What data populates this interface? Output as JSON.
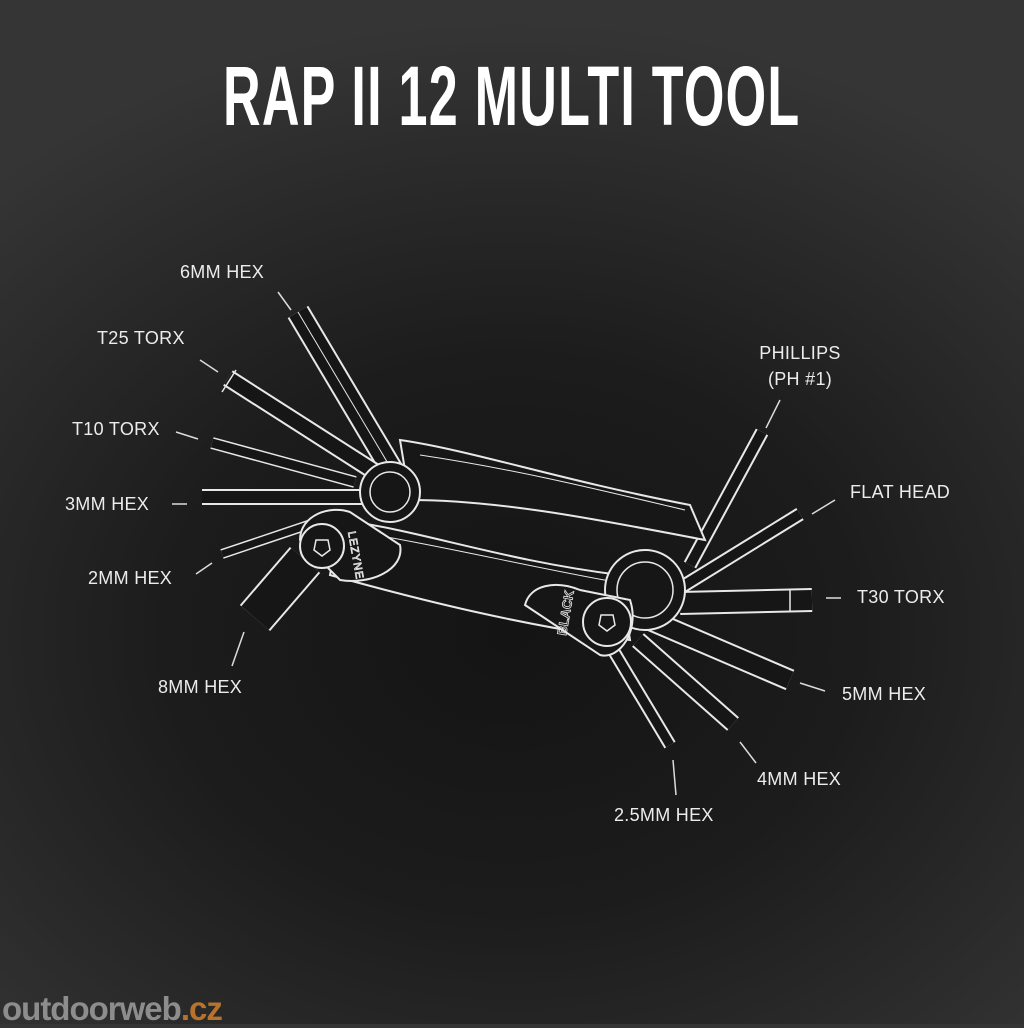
{
  "title": "RAP II 12 MULTI TOOL",
  "labels": {
    "hex6": "6MM HEX",
    "t25": "T25 TORX",
    "t10": "T10 TORX",
    "hex3": "3MM HEX",
    "hex2": "2MM HEX",
    "hex8": "8MM HEX",
    "phillips_1": "PHILLIPS",
    "phillips_2": "(PH #1)",
    "flat": "FLAT HEAD",
    "t30": "T30 TORX",
    "hex5": "5MM HEX",
    "hex4": "4MM HEX",
    "hex25": "2.5MM HEX"
  },
  "branding": {
    "left_pivot": "LEZYNE",
    "right_pivot": "BLACK"
  },
  "watermark": {
    "main": "outdoorweb",
    "tld": ".cz"
  },
  "colors": {
    "line": "#e8e8e8",
    "watermark_tld": "#b8722c"
  }
}
